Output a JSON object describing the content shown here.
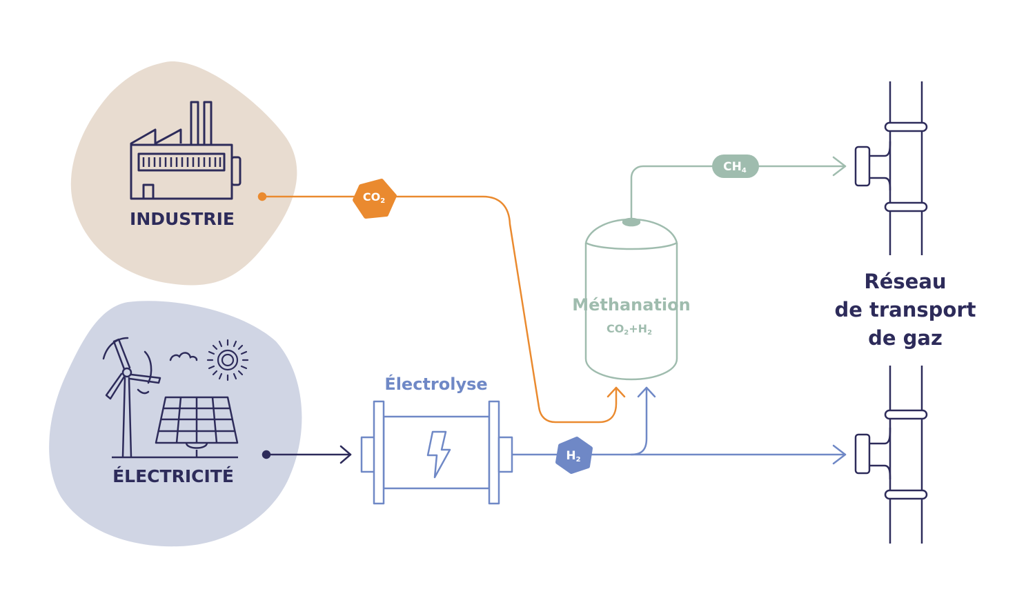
{
  "labels": {
    "industrie": "INDUSTRIE",
    "electricite": "ÉLECTRICITÉ",
    "electrolyse": "Électrolyse",
    "methanation": "Méthanation",
    "methanation_formula": {
      "co": "CO",
      "co_sub": "2",
      "plus": "+",
      "h": "H",
      "h_sub": "2"
    },
    "reseau": [
      "Réseau",
      "de transport",
      "de gaz"
    ]
  },
  "badges": {
    "co2": {
      "main": "CO",
      "sub": "2"
    },
    "h2": {
      "main": "H",
      "sub": "2"
    },
    "ch4": {
      "main": "CH",
      "sub": "4"
    }
  },
  "colors": {
    "industrie_bg": "#e8dcd0",
    "electricite_bg": "#d0d5e4",
    "navy": "#2d2b5a",
    "orange": "#ea8a2f",
    "blue": "#6f88c6",
    "sage": "#9fbcae"
  }
}
